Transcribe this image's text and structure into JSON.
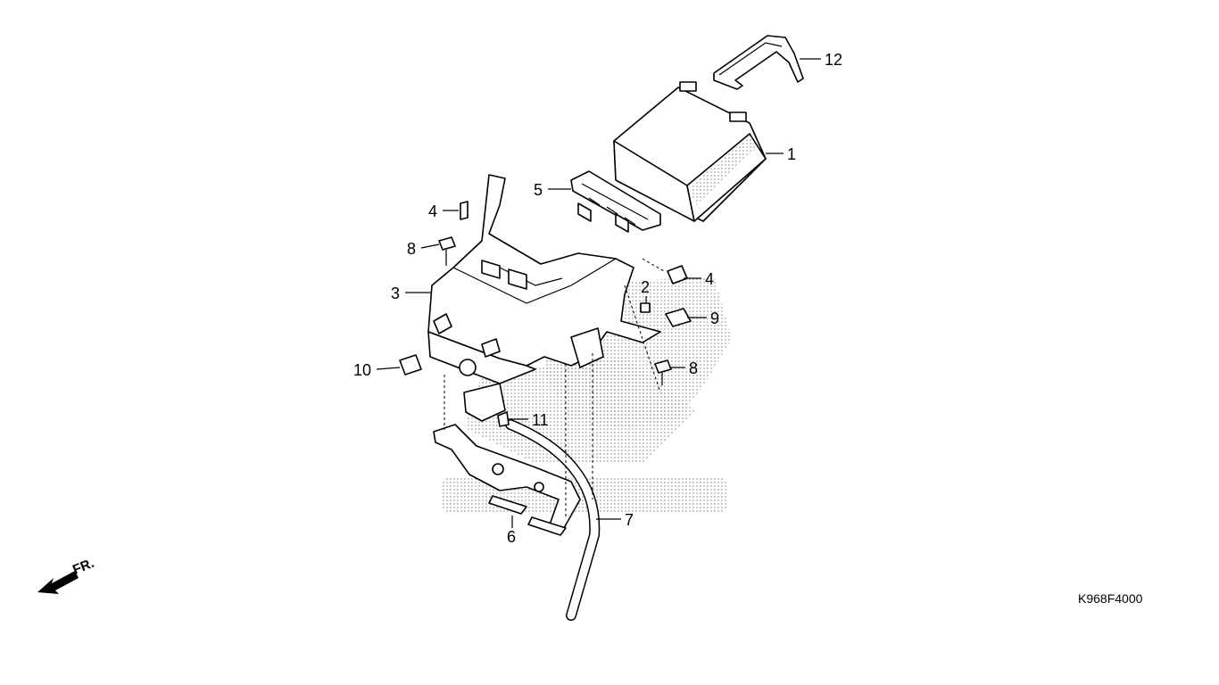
{
  "diagram": {
    "code": "K968F4000",
    "direction": "FR.",
    "callouts": {
      "c1": "1",
      "c2": "2",
      "c3": "3",
      "c4a": "4",
      "c4b": "4",
      "c5": "5",
      "c6": "6",
      "c7": "7",
      "c8a": "8",
      "c8b": "8",
      "c9": "9",
      "c10": "10",
      "c11": "11",
      "c12": "12"
    }
  }
}
